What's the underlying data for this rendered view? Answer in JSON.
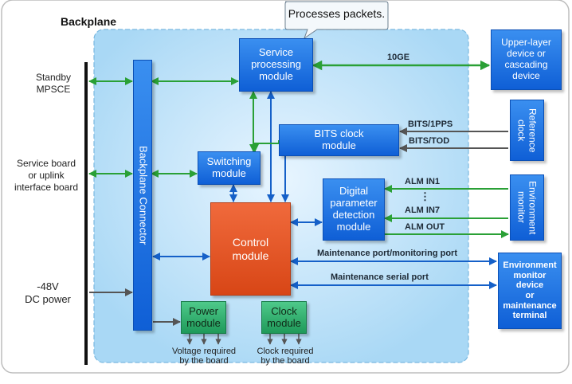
{
  "title": "Backplane",
  "callout": "Processes packets.",
  "left_labels": {
    "standby": [
      "Standby",
      "MPSCE"
    ],
    "service": [
      "Service board",
      "or uplink",
      "interface board"
    ],
    "power": [
      "-48V",
      "DC power"
    ]
  },
  "modules": {
    "backplane_connector": "Backplane Connector",
    "service_processing": [
      "Service",
      "processing",
      "module"
    ],
    "switching": [
      "Switching",
      "module"
    ],
    "bits_clock": [
      "BITS clock",
      "module"
    ],
    "digital_param": [
      "Digital",
      "parameter",
      "detection",
      "module"
    ],
    "control": [
      "Control",
      "module"
    ],
    "power_module": [
      "Power",
      "module"
    ],
    "clock_module": [
      "Clock",
      "module"
    ],
    "upper_layer": [
      "Upper-layer",
      "device or",
      "cascading",
      "device"
    ],
    "reference_clock": [
      "Reference",
      "clock"
    ],
    "environment_monitor": [
      "Environment",
      "monitor"
    ],
    "env_device": [
      "Environment",
      "monitor device",
      "or maintenance",
      "terminal"
    ]
  },
  "links": {
    "tengige": "10GE",
    "bits_1pps": "BITS/1PPS",
    "bits_tod": "BITS/TOD",
    "alm_in1": "ALM IN1",
    "alm_dots": "⋮",
    "alm_in7": "ALM IN7",
    "alm_out": "ALM OUT",
    "maint_port": "Maintenance port/monitoring port",
    "maint_serial": "Maintenance serial port"
  },
  "bottom_labels": {
    "voltage": [
      "Voltage required",
      "by the board"
    ],
    "clock": [
      "Clock required",
      "by the board"
    ]
  }
}
